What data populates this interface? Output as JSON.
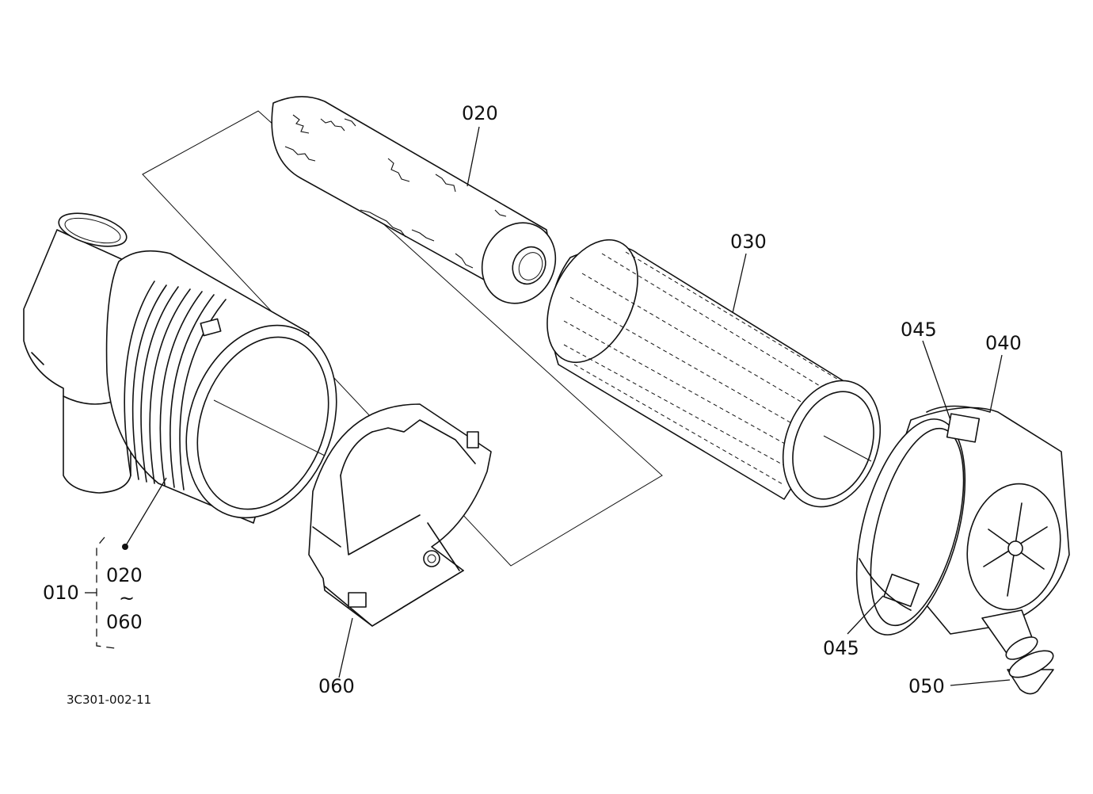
{
  "parts": {
    "p010": "010",
    "p020_top": "020",
    "p030": "030",
    "p045_top": "045",
    "p040": "040",
    "p045_bottom": "045",
    "p050": "050",
    "p060": "060",
    "range_from": "020",
    "range_tilde": "~",
    "range_to": "060"
  },
  "diagram_code": "3C301-002-11",
  "icons": {
    "assembly_dot": "dot-icon"
  }
}
